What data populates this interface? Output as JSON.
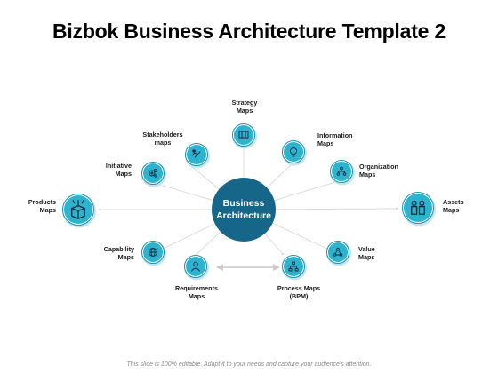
{
  "title": "Bizbok Business Architecture Template 2",
  "footer": "This slide is 100% editable. Adapt it to your needs and capture your audience's attention.",
  "colors": {
    "center": "#16668a",
    "node_fill": "#2bb3cf",
    "node_ring": "#1b93b0",
    "node_shadow": "#bfe6ef",
    "connector": "#d9d9d9",
    "arrow": "#c9c9c9"
  },
  "center": {
    "lines": [
      "Business",
      "Architecture"
    ]
  },
  "nodes": [
    {
      "id": "strategy-maps",
      "lines": [
        "Strategy",
        "Maps"
      ],
      "icon": "strategy-board-icon"
    },
    {
      "id": "stakeholders-maps",
      "lines": [
        "Stakeholders",
        "maps"
      ],
      "icon": "handshake-icon"
    },
    {
      "id": "information-maps",
      "lines": [
        "Information",
        "Maps"
      ],
      "icon": "lightbulb-icon"
    },
    {
      "id": "initiative-maps",
      "lines": [
        "Initiative",
        "Maps"
      ],
      "icon": "gears-icon"
    },
    {
      "id": "organization-maps",
      "lines": [
        "Organization",
        "Maps"
      ],
      "icon": "org-chart-icon"
    },
    {
      "id": "products-maps",
      "lines": [
        "Products",
        "Maps"
      ],
      "icon": "product-box-icon"
    },
    {
      "id": "assets-maps",
      "lines": [
        "Assets",
        "Maps"
      ],
      "icon": "asset-people-icon"
    },
    {
      "id": "capability-maps",
      "lines": [
        "Capability",
        "Maps"
      ],
      "icon": "globe-icon"
    },
    {
      "id": "value-maps",
      "lines": [
        "Value",
        "Maps"
      ],
      "icon": "value-network-icon"
    },
    {
      "id": "requirements-maps",
      "lines": [
        "Requirements",
        "Maps"
      ],
      "icon": "person-icon"
    },
    {
      "id": "process-maps",
      "lines": [
        "Process Maps",
        "(BPM)"
      ],
      "icon": "process-tree-icon"
    }
  ]
}
